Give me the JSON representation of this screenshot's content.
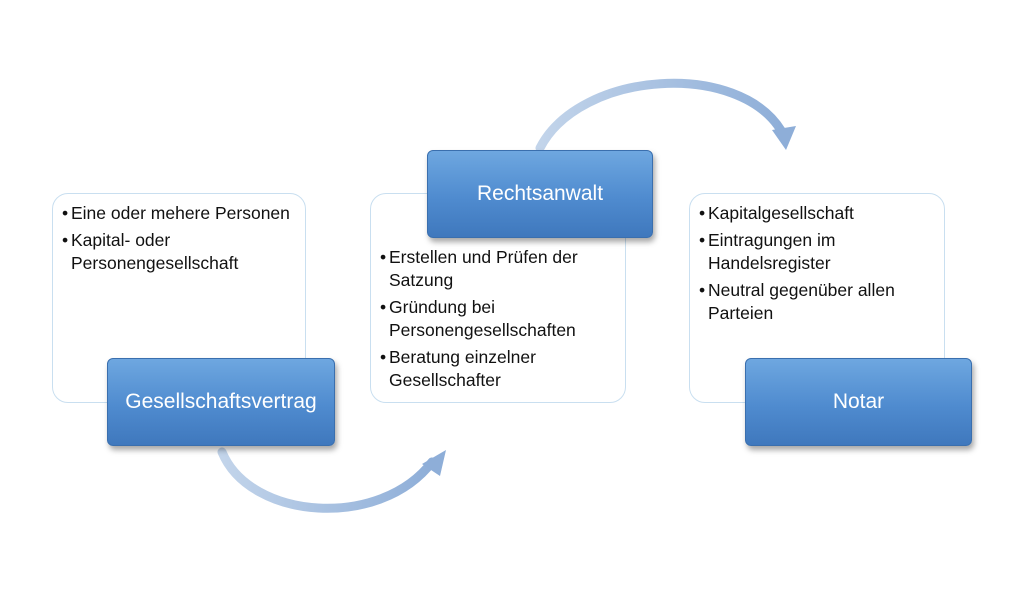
{
  "diagram": {
    "blocks": [
      {
        "label": "Gesellschaftsvertrag",
        "items": [
          {
            "bullet": "•",
            "text": "Eine oder mehere Personen"
          },
          {
            "bullet": "•",
            "text": "Kapital- oder Personengesellschaft"
          }
        ]
      },
      {
        "label": "Rechtsanwalt",
        "items": [
          {
            "bullet": "•",
            "text": "Erstellen und Prüfen der Satzung"
          },
          {
            "bullet": "•",
            "text": "Gründung bei Personengesellschaften"
          },
          {
            "bullet": "•",
            "text": "Beratung einzelner Gesellschafter"
          }
        ]
      },
      {
        "label": "Notar",
        "items": [
          {
            "bullet": "•",
            "text": "Kapitalgesellschaft"
          },
          {
            "bullet": "•",
            "text": "Eintragungen im Handelsregister"
          },
          {
            "bullet": "•",
            "text": "Neutral gegenüber allen Parteien"
          }
        ]
      }
    ],
    "colors": {
      "label_fill": "#4f8bcf",
      "card_border": "#c9dff0",
      "arrow": "#9fb9dd"
    }
  }
}
